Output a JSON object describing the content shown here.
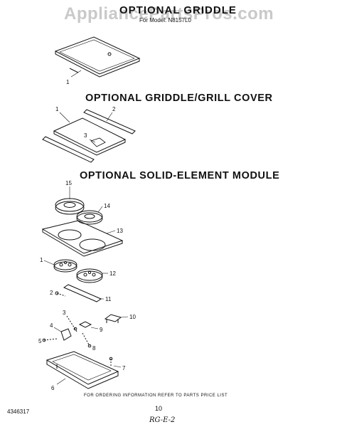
{
  "watermark": "AppliancePartsPros.com",
  "header": {
    "title": "OPTIONAL GRIDDLE",
    "model": "For Model: N8157L0"
  },
  "sections": {
    "griddle_cover": "OPTIONAL GRIDDLE/GRILL COVER",
    "solid_element": "OPTIONAL SOLID-ELEMENT MODULE"
  },
  "callouts": {
    "griddle": [
      "1"
    ],
    "cover": [
      "1",
      "2",
      "3"
    ],
    "module": [
      "15",
      "14",
      "13",
      "1",
      "12",
      "2",
      "11",
      "3",
      "10",
      "4",
      "9",
      "5",
      "8",
      "7",
      "6"
    ]
  },
  "footer": {
    "ordering_note": "FOR ORDERING INFORMATION REFER TO PARTS PRICE LIST",
    "part_number": "4346317",
    "page_number": "10",
    "handwritten": "RG-E-2"
  }
}
